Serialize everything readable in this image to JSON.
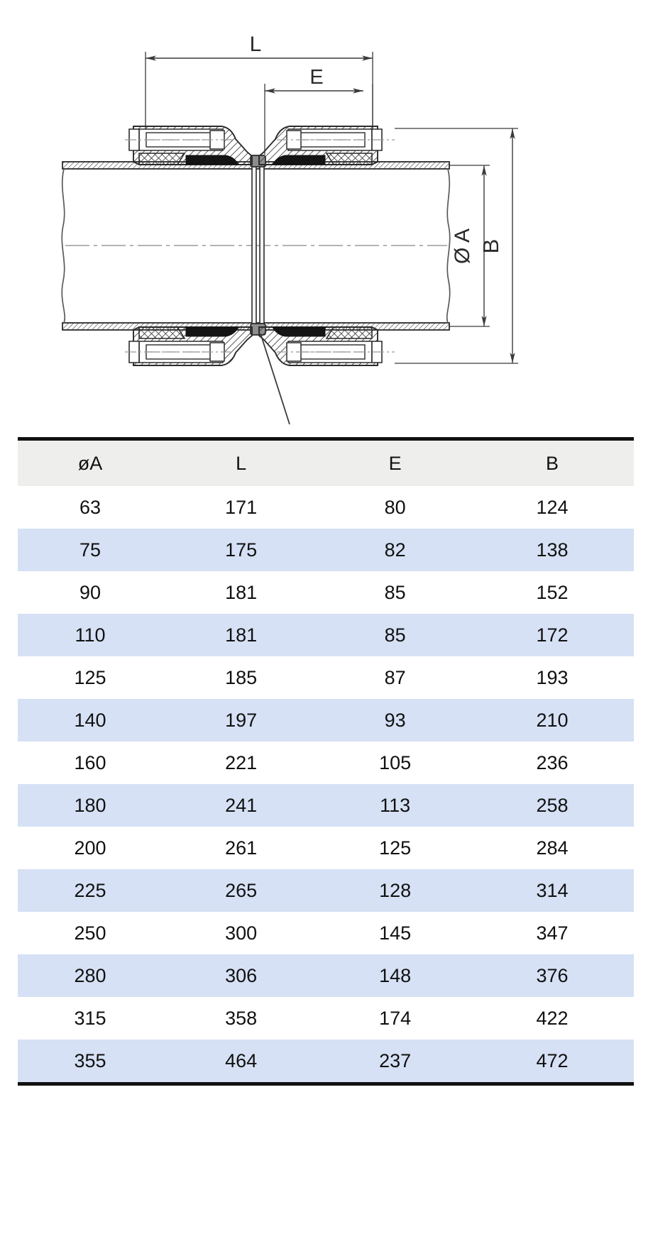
{
  "drawing": {
    "name": "pipe-coupling-cross-section",
    "labels": {
      "length_overall": "L",
      "inner_spacing": "E",
      "inner_diameter": "Ø A",
      "outer_diameter": "B"
    },
    "colors": {
      "line": "#3a3a3a",
      "hatch": "#3a3a3a",
      "gasket": "#1a1a1a",
      "centerline": "#8a8a8a"
    }
  },
  "table": {
    "headers": [
      "øA",
      "L",
      "E",
      "B"
    ],
    "rows": [
      [
        "63",
        "171",
        "80",
        "124"
      ],
      [
        "75",
        "175",
        "82",
        "138"
      ],
      [
        "90",
        "181",
        "85",
        "152"
      ],
      [
        "110",
        "181",
        "85",
        "172"
      ],
      [
        "125",
        "185",
        "87",
        "193"
      ],
      [
        "140",
        "197",
        "93",
        "210"
      ],
      [
        "160",
        "221",
        "105",
        "236"
      ],
      [
        "180",
        "241",
        "113",
        "258"
      ],
      [
        "200",
        "261",
        "125",
        "284"
      ],
      [
        "225",
        "265",
        "128",
        "314"
      ],
      [
        "250",
        "300",
        "145",
        "347"
      ],
      [
        "280",
        "306",
        "148",
        "376"
      ],
      [
        "315",
        "358",
        "174",
        "422"
      ],
      [
        "355",
        "464",
        "237",
        "472"
      ]
    ],
    "colors": {
      "header_bg": "#eeeeec",
      "row_odd_bg": "#ffffff",
      "row_even_bg": "#d6e1f5",
      "rule": "#111111",
      "text": "#111111"
    }
  }
}
